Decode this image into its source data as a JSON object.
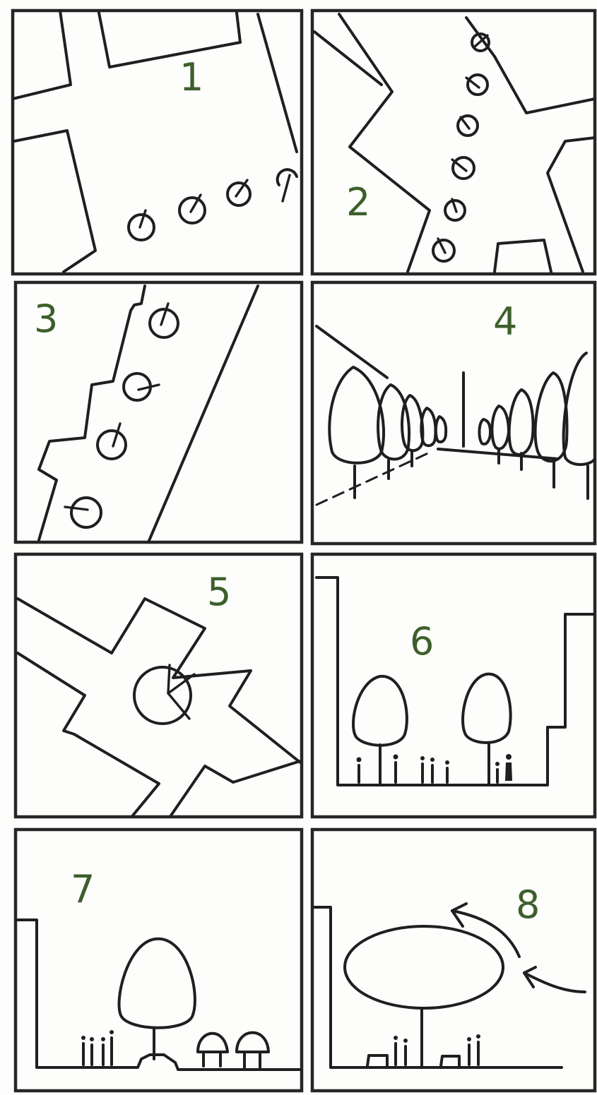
{
  "panels": [
    {
      "number": "1"
    },
    {
      "number": "2"
    },
    {
      "number": "3"
    },
    {
      "number": "4"
    },
    {
      "number": "5"
    },
    {
      "number": "6"
    },
    {
      "number": "7"
    },
    {
      "number": "8"
    }
  ],
  "colors": {
    "number_green": "#3d5f2b",
    "ink": "#1f1f1f",
    "paper": "#fdfdfc"
  },
  "icons": [
    "tree-plan-symbol",
    "tree-elevation",
    "person-figure",
    "bench",
    "wind-arrow",
    "canopy-tree"
  ]
}
